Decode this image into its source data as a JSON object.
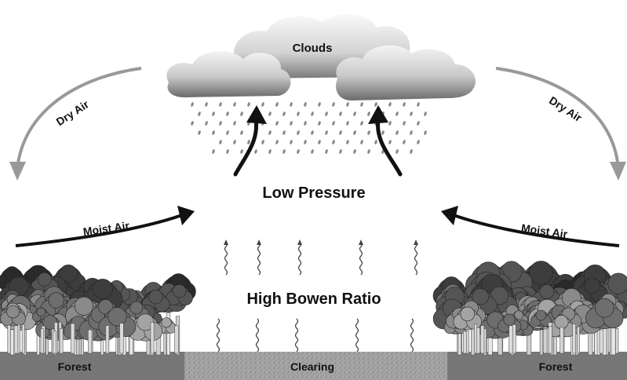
{
  "labels": {
    "clouds": "Clouds",
    "dry_air_left": "Dry Air",
    "dry_air_right": "Dry Air",
    "moist_air_left": "Moist Air",
    "moist_air_right": "Moist Air",
    "low_pressure": "Low Pressure",
    "high_bowen_ratio": "High Bowen Ratio",
    "forest_left": "Forest",
    "clearing": "Clearing",
    "forest_right": "Forest"
  },
  "colors": {
    "dry_air_arrow": "#999999",
    "moist_air_arrow": "#111111",
    "ground": "#777777",
    "clearing": "#9a9a9a"
  }
}
